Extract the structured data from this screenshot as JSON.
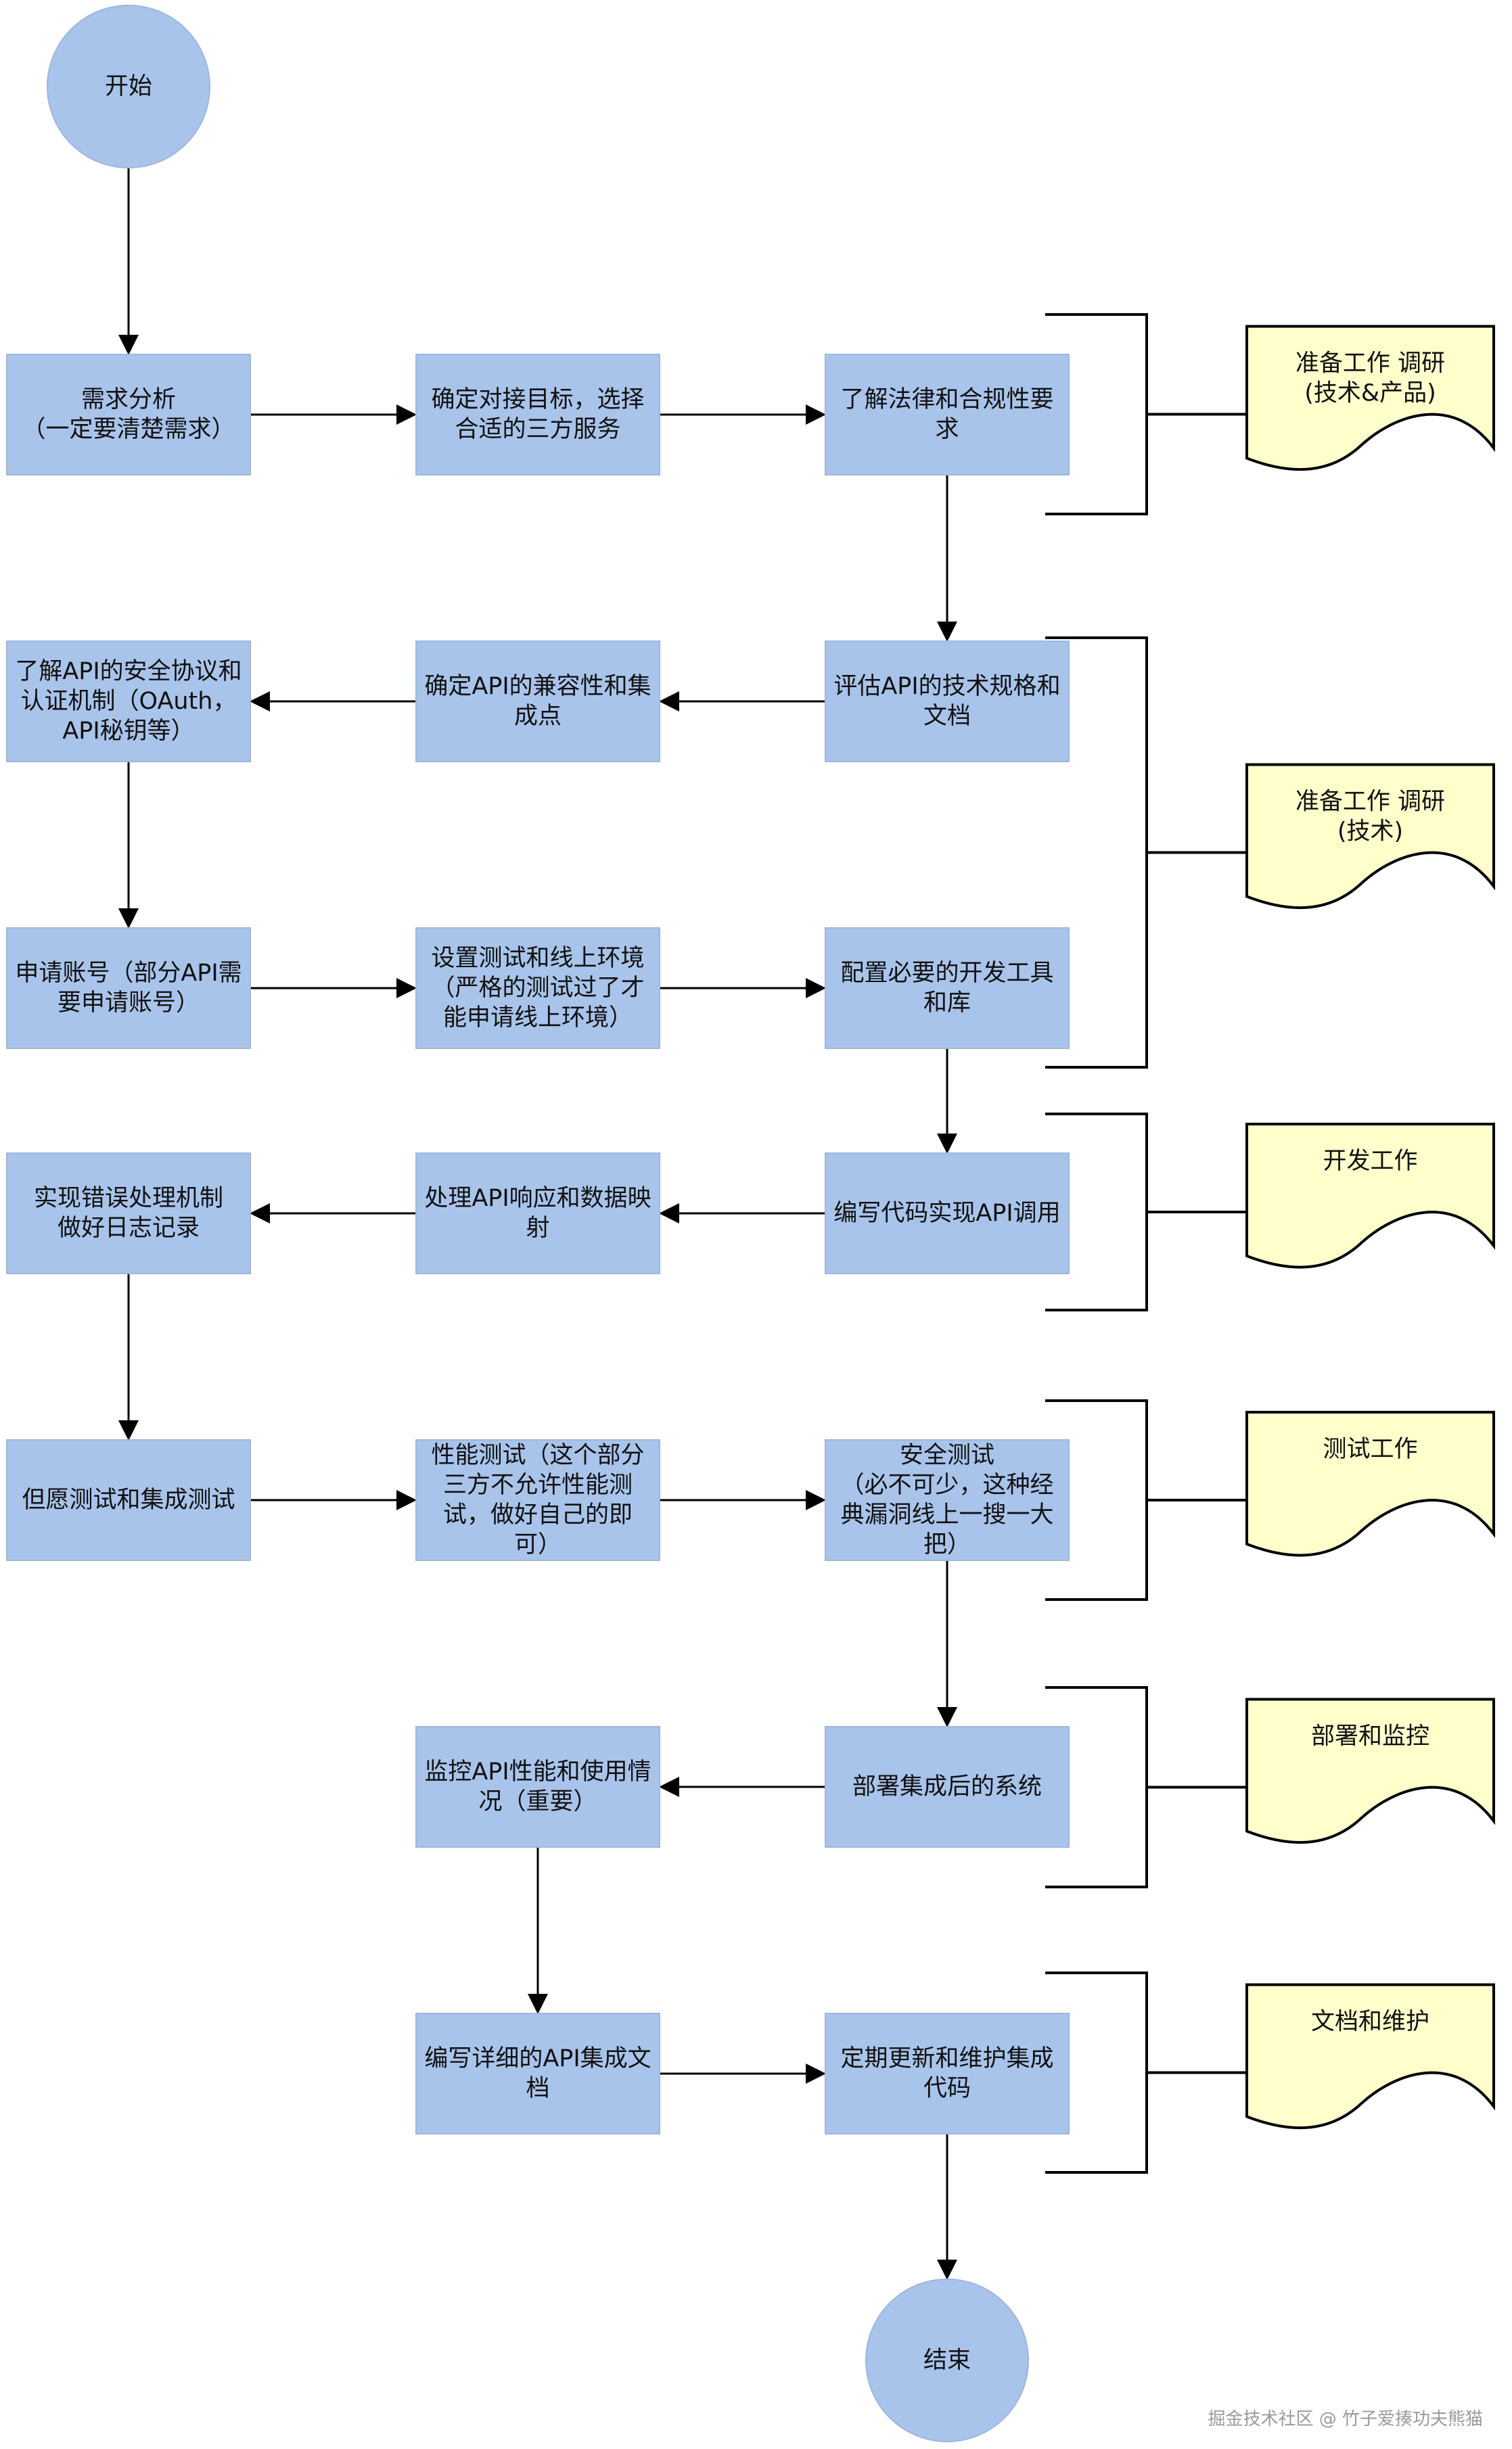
{
  "colors": {
    "process_fill": "#a9c4eb",
    "process_stroke": "#9fb6dc",
    "terminal_fill": "#a9c4eb",
    "note_fill": "#ffffcc",
    "line": "#000000"
  },
  "start": {
    "label": "开始"
  },
  "end": {
    "label": "结束"
  },
  "steps": {
    "s1": [
      "需求分析",
      "（一定要清楚需求）"
    ],
    "s2": [
      "确定对接目标，选择",
      "合适的三方服务"
    ],
    "s3": [
      "了解法律和合规性要",
      "求"
    ],
    "s4": [
      "评估API的技术规格和",
      "文档"
    ],
    "s5": [
      "确定API的兼容性和集",
      "成点"
    ],
    "s6": [
      "了解API的安全协议和",
      "认证机制（OAuth，",
      "API秘钥等）"
    ],
    "s7": [
      "申请账号（部分API需",
      "要申请账号）"
    ],
    "s8": [
      "设置测试和线上环境",
      "（严格的测试过了才",
      "能申请线上环境）"
    ],
    "s9": [
      "配置必要的开发工具",
      "和库"
    ],
    "s10": [
      "编写代码实现API调用"
    ],
    "s11": [
      "处理API响应和数据映",
      "射"
    ],
    "s12": [
      "实现错误处理机制",
      "做好日志记录"
    ],
    "s13": [
      "但愿测试和集成测试"
    ],
    "s14": [
      "性能测试（这个部分",
      "三方不允许性能测",
      "试，做好自己的即",
      "可）"
    ],
    "s15": [
      "安全测试",
      "（必不可少，这种经",
      "典漏洞线上一搜一大",
      "把）"
    ],
    "s16": [
      "部署集成后的系统"
    ],
    "s17": [
      "监控API性能和使用情",
      "况（重要）"
    ],
    "s18": [
      "编写详细的API集成文",
      "档"
    ],
    "s19": [
      "定期更新和维护集成",
      "代码"
    ]
  },
  "notes": {
    "n1": [
      "准备工作 调研",
      "(技术&产品)"
    ],
    "n2": [
      "准备工作 调研",
      "(技术)"
    ],
    "n3": [
      "开发工作"
    ],
    "n4": [
      "测试工作"
    ],
    "n5": [
      "部署和监控"
    ],
    "n6": [
      "文档和维护"
    ]
  },
  "watermark": "掘金技术社区 @ 竹子爱揍功夫熊猫"
}
